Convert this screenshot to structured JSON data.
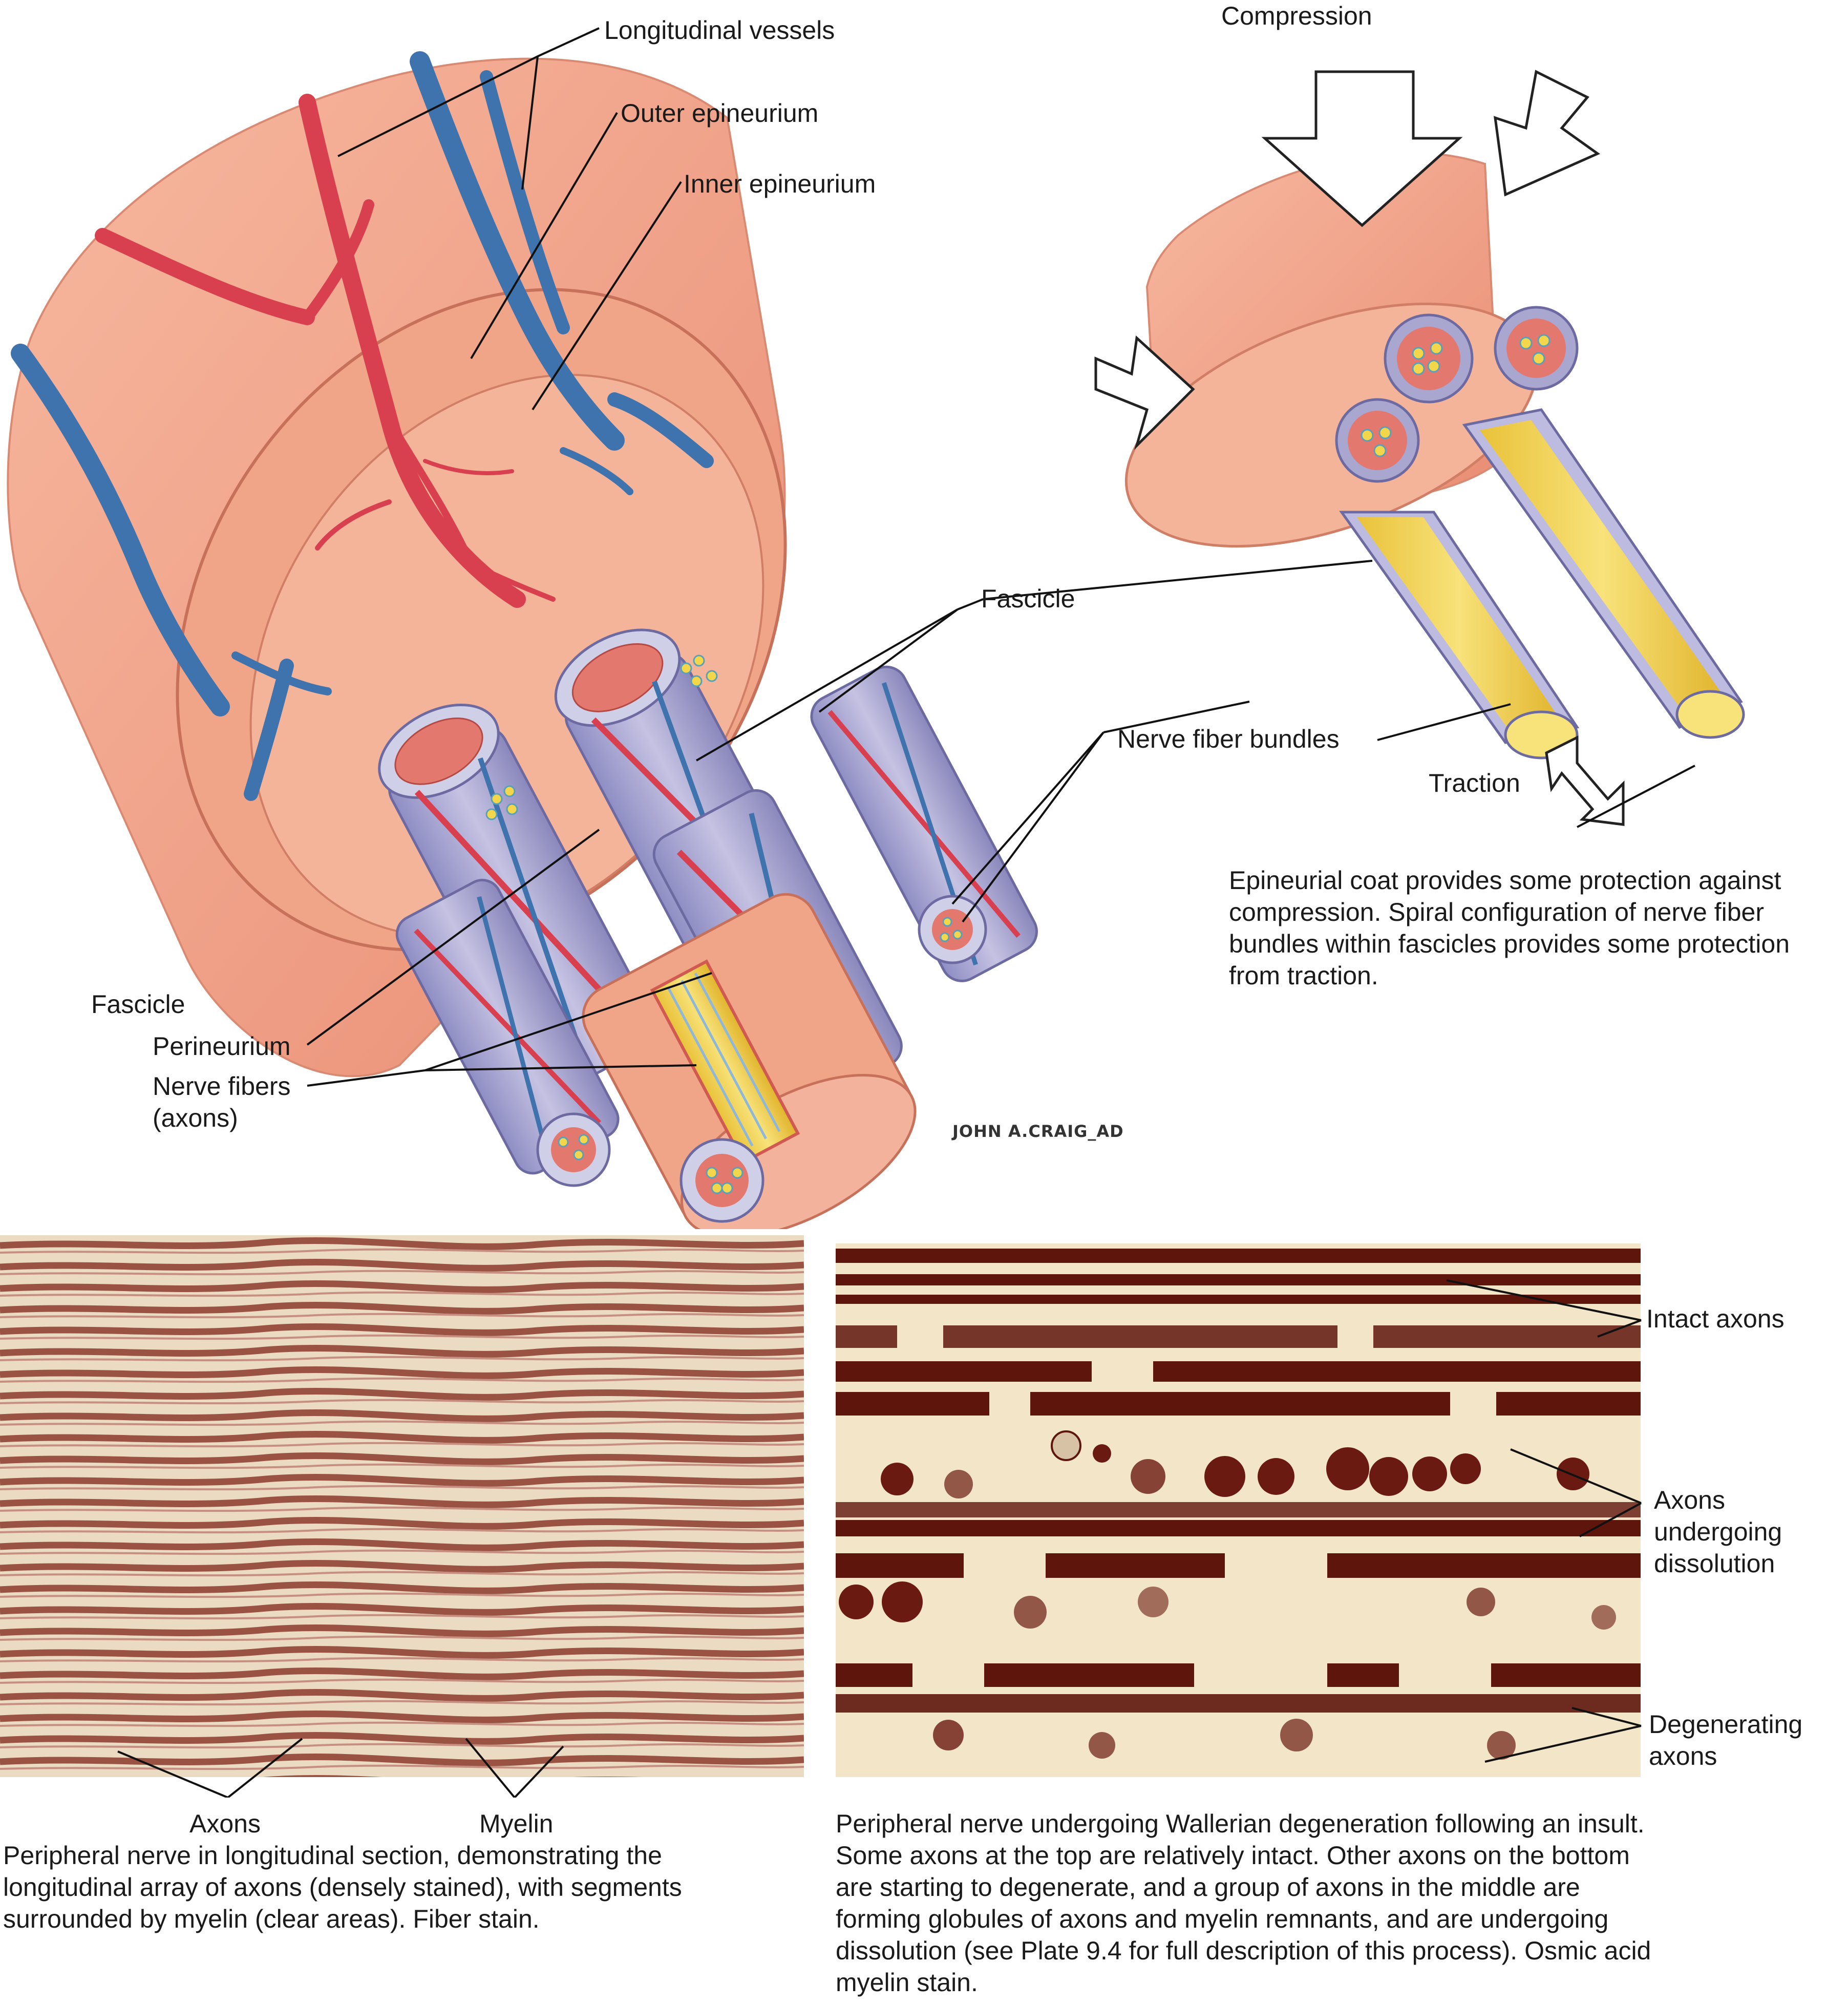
{
  "labels": {
    "longitudinal_vessels": "Longitudinal vessels",
    "outer_epineurium": "Outer epineurium",
    "inner_epineurium": "Inner epineurium",
    "compression": "Compression",
    "fascicle_right": "Fascicle",
    "nerve_fiber_bundles": "Nerve fiber bundles",
    "traction": "Traction",
    "fascicle_left": "Fascicle",
    "perineurium": "Perineurium",
    "nerve_fibers_line1": "Nerve fibers",
    "nerve_fibers_line2": "(axons)",
    "axons": "Axons",
    "myelin": "Myelin",
    "intact_axons": "Intact axons",
    "axons_dissolution_1": "Axons",
    "axons_dissolution_2": "undergoing",
    "axons_dissolution_3": "dissolution",
    "degenerating_1": "Degenerating",
    "degenerating_2": "axons"
  },
  "signature": "JOHN A.CRAIG_AD",
  "captions": {
    "top_right": "Epineurial coat provides some protection against compression. Spiral configuration of nerve fiber bundles within fascicles provides some protection from traction.",
    "bottom_left": "Peripheral nerve in longitudinal section, demonstrating the longitudinal array of axons (densely stained), with segments surrounded by myelin (clear areas). Fiber stain.",
    "bottom_right": "Peripheral nerve undergoing Wallerian degeneration following an insult. Some axons at the top are relatively intact. Other axons on the bottom are starting to degenerate, and a group of axons in the middle are forming globules of axons and myelin remnants, and are undergoing dissolution (see Plate 9.4 for full description of this process). Osmic acid myelin stain."
  },
  "colors": {
    "epineurium": "#f2a98f",
    "artery": "#d9404f",
    "vein": "#3f73ad",
    "fascicle": "#a9a7cf",
    "myelin_yellow": "#f3d64a",
    "stain_dark": "#6e1a10",
    "background_light": "#f3e6c8"
  }
}
